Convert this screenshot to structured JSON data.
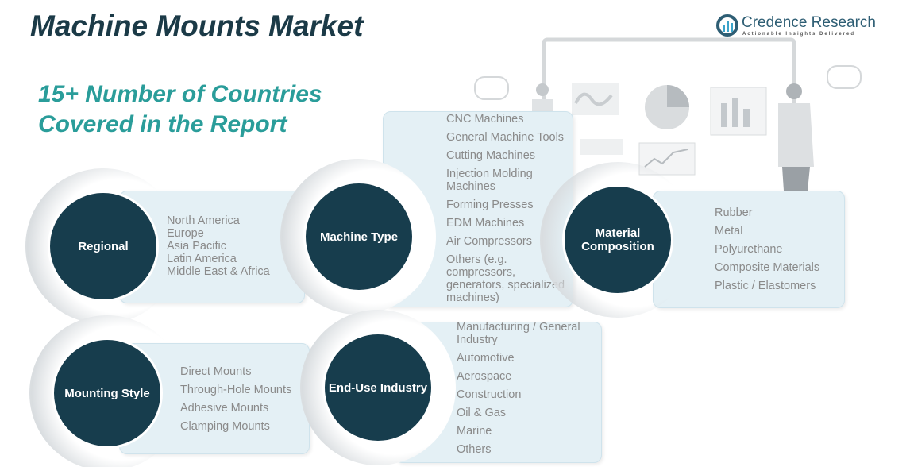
{
  "title": "Machine Mounts Market",
  "subtitle": {
    "line1": "15+ Number of Countries",
    "line2": "Covered in the Report"
  },
  "logo": {
    "name": "Credence Research",
    "tagline": "Actionable Insights Delivered"
  },
  "colors": {
    "circle": "#173d4d",
    "card": "#e4f0f5",
    "title": "#1b3a47",
    "subtitle": "#2a9d9a"
  },
  "segments": {
    "regional": {
      "label": "Regional",
      "items": [
        "North America",
        "Europe",
        "Asia Pacific",
        "Latin America",
        "Middle East & Africa"
      ]
    },
    "machine_type": {
      "label": "Machine Type",
      "items": [
        "CNC Machines",
        "General Machine Tools",
        "Cutting Machines",
        "Injection Molding Machines",
        "Forming Presses",
        "EDM Machines",
        "Air Compressors",
        "Others (e.g. compressors, generators, specialized machines)"
      ]
    },
    "material": {
      "label": "Material Composition",
      "items": [
        "Rubber",
        "Metal",
        "Polyurethane",
        "Composite Materials",
        "Plastic / Elastomers"
      ]
    },
    "mounting": {
      "label": "Mounting Style",
      "items": [
        "Direct Mounts",
        "Through-Hole Mounts",
        "Adhesive Mounts",
        "Clamping Mounts"
      ]
    },
    "end_use": {
      "label": "End-Use Industry",
      "items": [
        "Manufacturing / General Industry",
        "Automotive",
        "Aerospace",
        "Construction",
        "Oil & Gas",
        "Marine",
        "Others"
      ]
    }
  }
}
